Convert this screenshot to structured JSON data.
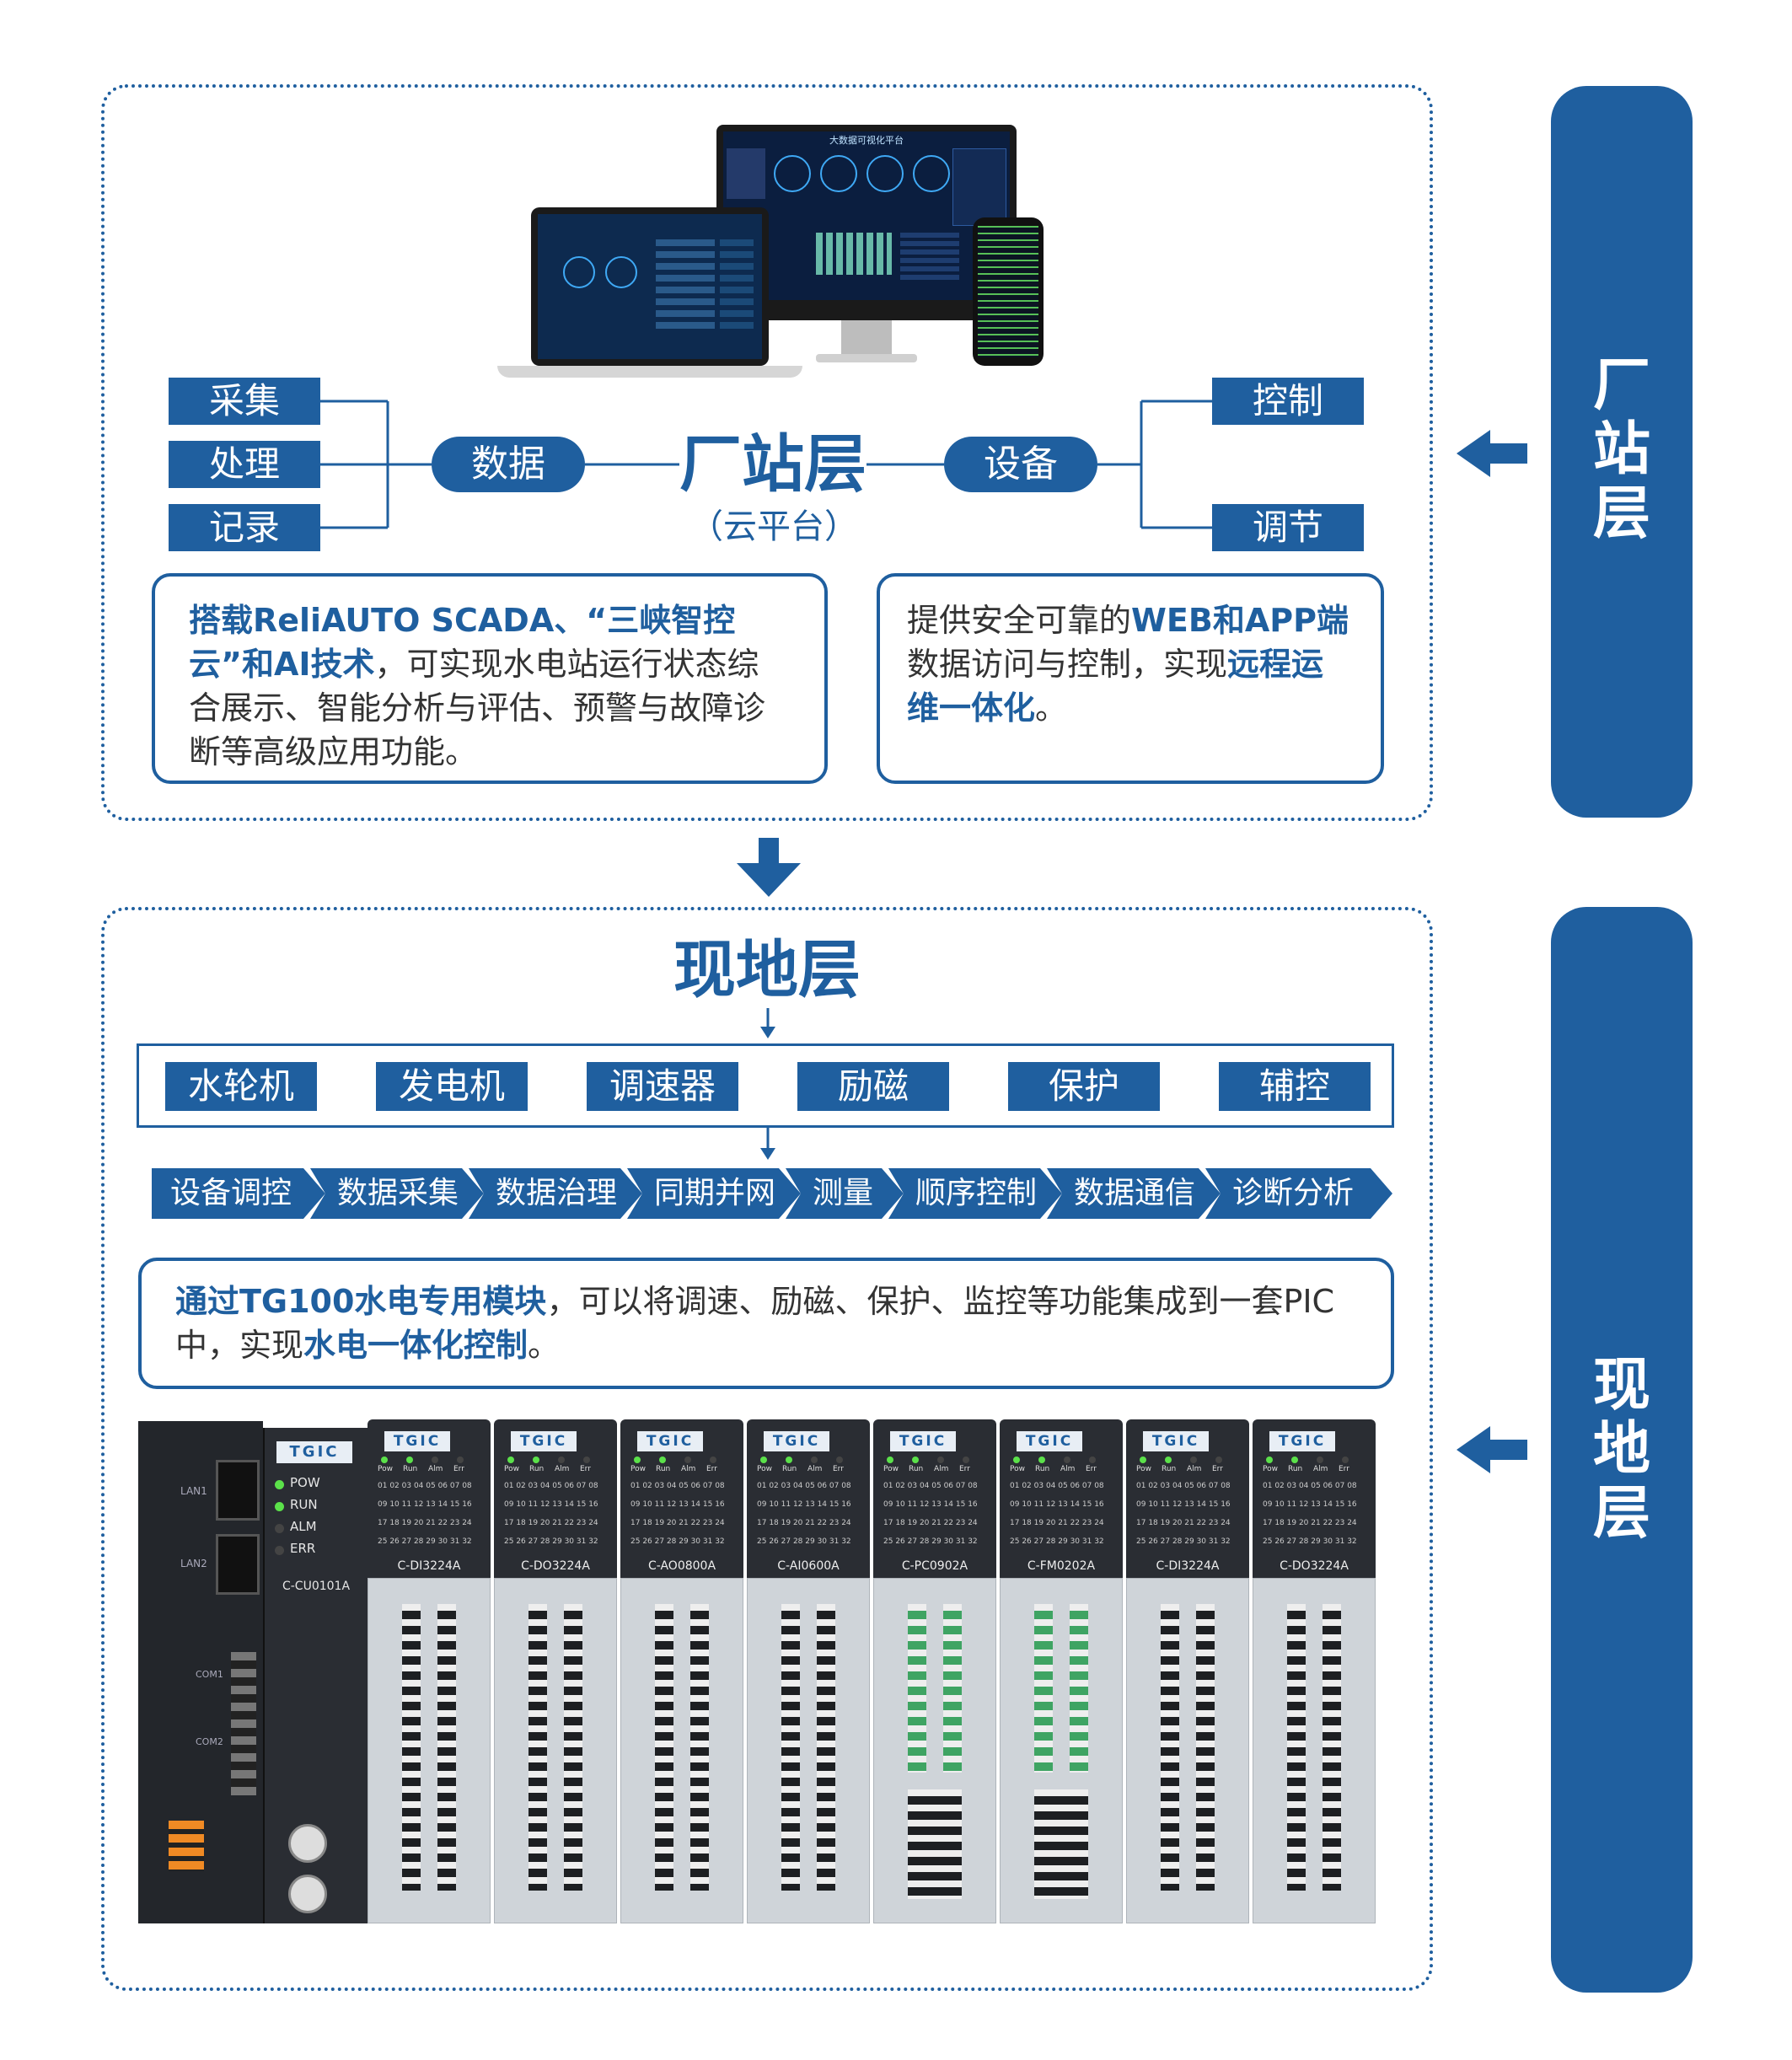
{
  "colors": {
    "primary": "#1f5f9f",
    "text": "#333333",
    "background": "#ffffff"
  },
  "side_labels": {
    "station": [
      "厂",
      "站",
      "层"
    ],
    "field": [
      "现",
      "地",
      "层"
    ]
  },
  "station": {
    "title": "厂站层",
    "subtitle": "（云平台）",
    "data_pill": "数据",
    "device_pill": "设备",
    "left_items": [
      "采集",
      "处理",
      "记录"
    ],
    "right_items": [
      "控制",
      "调节"
    ],
    "screens": {
      "dashboard_title": "大数据可视化平台"
    },
    "desc_left": {
      "p1": "搭载ReliAUTO SCADA、“三峡智控云”和AI技术",
      "p2": "，可实现水电站运行状态综合展示、智能分析与评估、预警与故障诊断等高级应用功能。"
    },
    "desc_right": {
      "p1": "提供安全可靠的",
      "p2": "WEB和APP端",
      "p3": "数据访问与控制，实现",
      "p4": "远程运维一体化",
      "p5": "。"
    }
  },
  "field": {
    "title": "现地层",
    "equipment": [
      "水轮机",
      "发电机",
      "调速器",
      "励磁",
      "保护",
      "辅控"
    ],
    "functions": [
      "设备调控",
      "数据采集",
      "数据治理",
      "同期并网",
      "测量",
      "顺序控制",
      "数据通信",
      "诊断分析"
    ],
    "desc": {
      "p1": "通过TG100水电专用模块",
      "p2": "，可以将调速、励磁、保护、监控等功能集成到一套PIC中，实现",
      "p3": "水电一体化控制",
      "p4": "。"
    }
  },
  "plc": {
    "brand": "TGIC",
    "cpu": {
      "model": "C-CU0101A",
      "leds": [
        "POW",
        "RUN",
        "ALM",
        "ERR"
      ],
      "ports": [
        "LAN1",
        "LAN2",
        "COM1",
        "COM2"
      ]
    },
    "io_leds": [
      "Pow",
      "Run",
      "Alm",
      "Err"
    ],
    "channel_rows": [
      "01 02 03 04 05 06 07 08",
      "09 10 11 12 13 14 15 16",
      "17 18 19 20 21 22 23 24",
      "25 26 27 28 29 30 31 32"
    ],
    "modules": [
      "C-DI3224A",
      "C-DO3224A",
      "C-AO0800A",
      "C-AI0600A",
      "C-PC0902A",
      "C-FM0202A",
      "C-DI3224A",
      "C-DO3224A"
    ]
  }
}
